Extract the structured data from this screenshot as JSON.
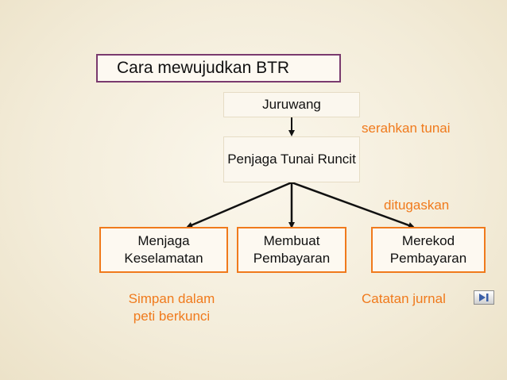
{
  "title": "Cara mewujudkan BTR",
  "nodes": {
    "juruwang": "Juruwang",
    "penjaga": "Penjaga Tunai Runcit",
    "menjaga": "Menjaga Keselamatan",
    "membuat": "Membuat Pembayaran",
    "merekod": "Merekod Pembayaran"
  },
  "notes": {
    "serahkan": "serahkan tunai",
    "ditugaskan": "ditugaskan",
    "simpan": "Simpan dalam peti berkunci",
    "catatan": "Catatan jurnal"
  },
  "colors": {
    "accent": "#f07a1c",
    "title_border": "#7a3a6e"
  },
  "nav": {
    "icon": "next-slide-icon"
  }
}
